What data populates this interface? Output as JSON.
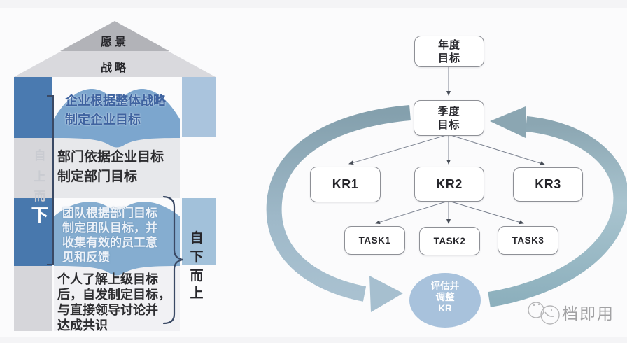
{
  "pyramid": {
    "vision_label": "愿景",
    "strategy_label": "战略",
    "left_axis": {
      "label": "自上而下",
      "chars": [
        "自",
        "上",
        "而",
        "下"
      ]
    },
    "right_axis": {
      "label": "自下而上",
      "chars": [
        "自",
        "下",
        "而",
        "上"
      ]
    },
    "bands": [
      {
        "name": "company",
        "lines": [
          "企业根据整体战略",
          "制定企业目标"
        ]
      },
      {
        "name": "department",
        "lines": [
          "部门依据企业目标",
          "制定部门目标"
        ]
      },
      {
        "name": "team",
        "lines": [
          "团队根据部门目标",
          "制定团队目标，并",
          "收集有效的员工意",
          "见和反馈"
        ]
      },
      {
        "name": "individual",
        "lines": [
          "个人了解上级目标",
          "后，自发制定目标，",
          "与直接领导讨论并",
          "达成共识"
        ]
      }
    ]
  },
  "flowchart": {
    "annual_goal": {
      "line1": "年度",
      "line2": "目标"
    },
    "quarterly_goal": {
      "line1": "季度",
      "line2": "目标"
    },
    "kr": [
      "KR1",
      "KR2",
      "KR3"
    ],
    "tasks": [
      "TASK1",
      "TASK2",
      "TASK3"
    ],
    "evaluate_circle": {
      "line1": "评估并",
      "line2": "调整",
      "line3": "KR"
    }
  },
  "watermark": {
    "text": "档即用"
  },
  "colors": {
    "strip_blue_dark": "#4a7ab0",
    "band_blue_company": "#7ca6ce",
    "band_blue_team": "#85add0",
    "strip_blue_light": "#aac4dd",
    "strip_gray": "#d6d6da",
    "band_light_gray": "#e7e8eb",
    "roof_gray": "#b2b3b8",
    "cycle_teal_dark": "#8ba6b2",
    "cycle_teal_light": "#aac5d0",
    "eval_circle_blue": "#a8c2dc",
    "box_border_gray": "#8e9096",
    "text_dark": "#2d2d30",
    "band1_text_blue": "#3f63a0"
  }
}
